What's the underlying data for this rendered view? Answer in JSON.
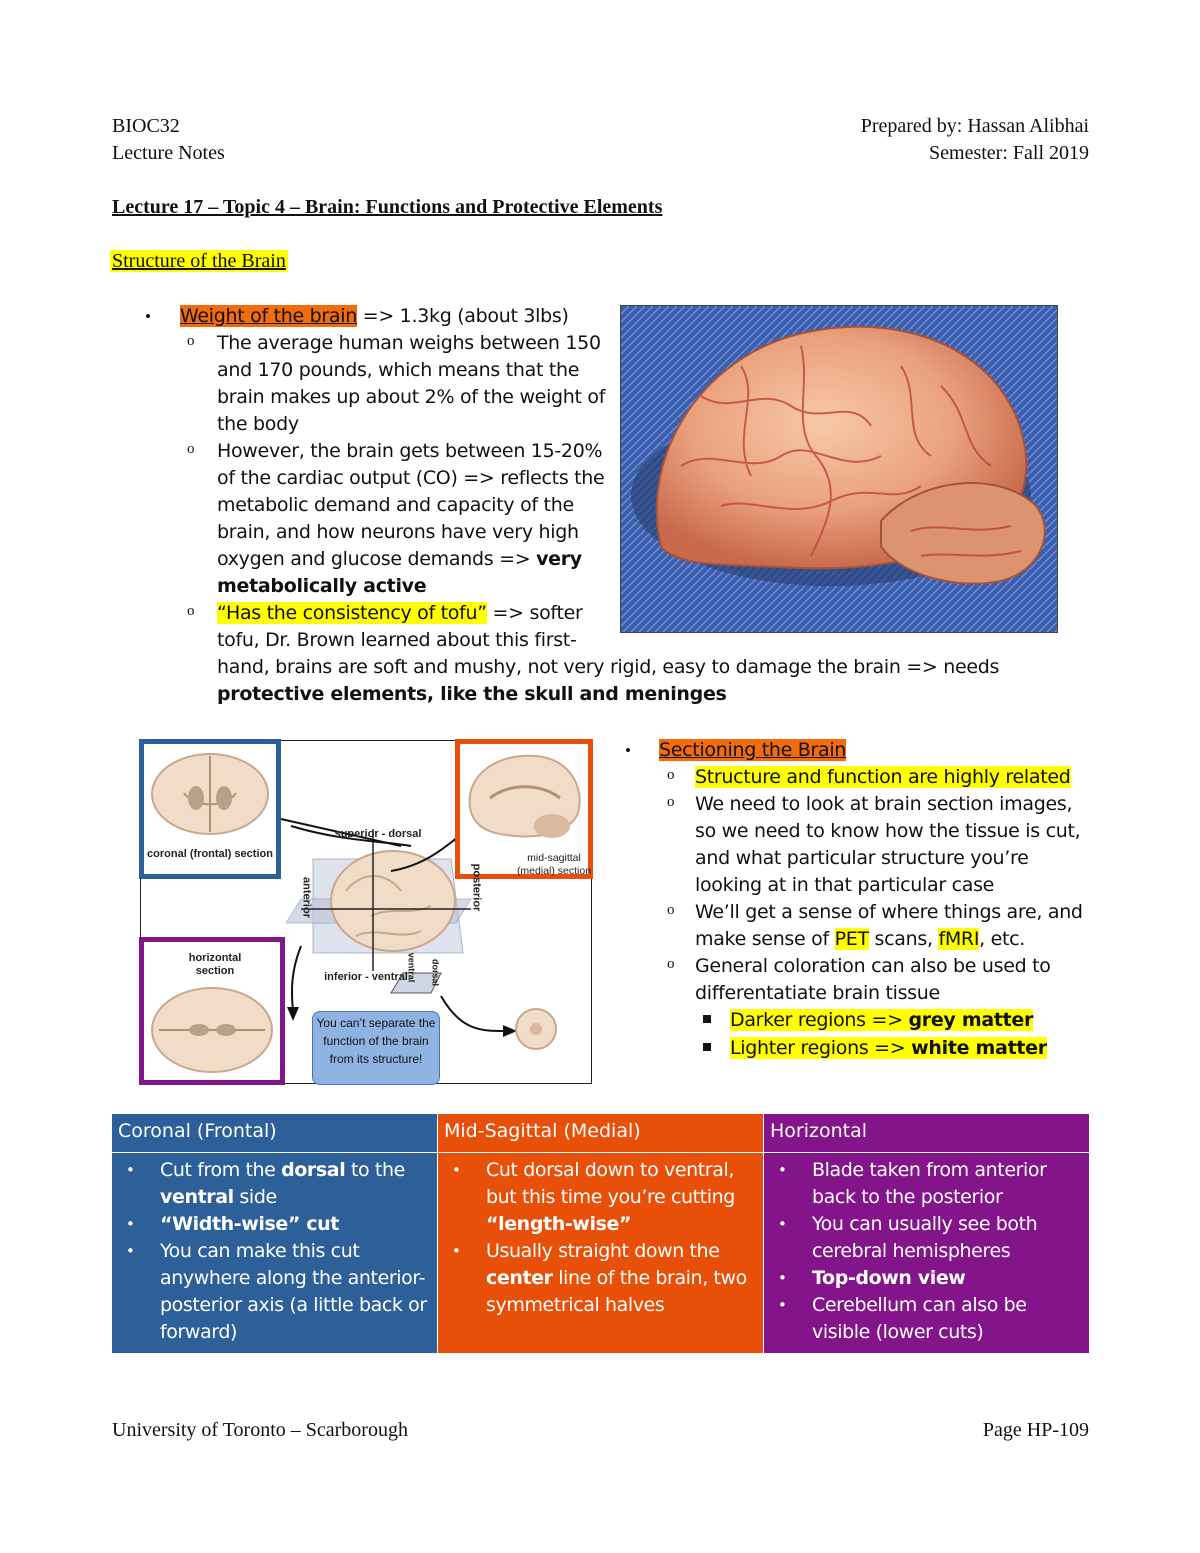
{
  "header": {
    "course": "BIOC32",
    "doc_type": "Lecture Notes",
    "prepared_by": "Prepared by: Hassan Alibhai",
    "semester": "Semester: Fall 2019"
  },
  "lecture_title": "Lecture 17 – Topic 4 – Brain: Functions and Protective Elements",
  "structure_heading": "Structure of the Brain",
  "weight": {
    "label": "Weight of the brain",
    "value": " => 1.3kg (about 3lbs)",
    "sub1_lines": [
      "The average human weighs between 150",
      "and 170 pounds, which means that the",
      "brain makes up about 2% of the weight of",
      "the body"
    ],
    "sub2_lines": [
      "However, the brain gets between 15-20%",
      "of the cardiac output (CO) => reflects the",
      "metabolic demand and capacity of the",
      "brain, and how neurons have very high"
    ],
    "sub2_tail": "oxygen and glucose demands => ",
    "sub2_bold1": "very",
    "sub2_bold2": "metabolically active",
    "sub3_quote": "“Has the consistency of tofu”",
    "sub3_rest1": " => softer",
    "sub3_lines": [
      "tofu, Dr. Brown learned about this first-",
      "hand, brains are soft and mushy, not very rigid, easy to damage the brain => needs"
    ],
    "sub3_bold": "protective elements, like the skull and meninges"
  },
  "diagram": {
    "coronal": "coronal (frontal) section",
    "midsagittal": "mid-sagittal (medial) section",
    "horizontal": "horizontal section",
    "superior": "superior - dorsal",
    "inferior": "inferior - ventral",
    "anterior": "anterior",
    "posterior": "posterior",
    "dorsal": "dorsal",
    "ventral": "ventral",
    "note": "You can’t separate the function of the brain from its structure!",
    "colors": {
      "coronal": "#2d5f99",
      "midsagittal": "#e8500a",
      "horizontal": "#84148a"
    }
  },
  "sectioning": {
    "heading": "Sectioning the Brain",
    "item1": "Structure and function are highly related",
    "item2_lines": [
      "We need to look at brain section images,",
      "so we need to know how the tissue is cut,",
      "and what particular structure you’re",
      "looking at in that particular case"
    ],
    "item3_line1": "We’ll get a sense of where things are, and",
    "item3_pre": "make sense of ",
    "item3_pet": "PET",
    "item3_mid": " scans, ",
    "item3_fmri": "fMRI",
    "item3_post": ", etc.",
    "item4_lines": [
      "General coloration can also be used to",
      "differentatiate brain tissue"
    ],
    "dark_pre": "Darker regions => ",
    "dark_bold": "grey matter",
    "light_pre": "Lighter regions => ",
    "light_bold": "white matter"
  },
  "table": {
    "headers": [
      "Coronal (Frontal)",
      "Mid-Sagittal (Medial)",
      "Horizontal"
    ],
    "coronal": {
      "b1_a": "Cut from the ",
      "b1_b": "dorsal",
      "b1_c": " to the ",
      "b1_d": "ventral",
      "b1_e": " side",
      "b2": "“Width-wise” cut",
      "b3": "You can make this cut anywhere along the anterior-posterior axis (a little back or forward)"
    },
    "midsagittal": {
      "b1_a": "Cut dorsal down to ventral, but this time you’re cutting ",
      "b1_b": "“length-wise”",
      "b2_a": "Usually straight down the ",
      "b2_b": "center",
      "b2_c": " line of the brain, two symmetrical halves"
    },
    "horizontal": {
      "b1": "Blade taken from anterior back to the posterior",
      "b2": "You can usually see both cerebral hemispheres",
      "b3": "Top-down view",
      "b4": "Cerebellum can also be visible (lower cuts)"
    }
  },
  "footer": {
    "university": "University of Toronto – Scarborough",
    "page": "Page HP-109"
  }
}
